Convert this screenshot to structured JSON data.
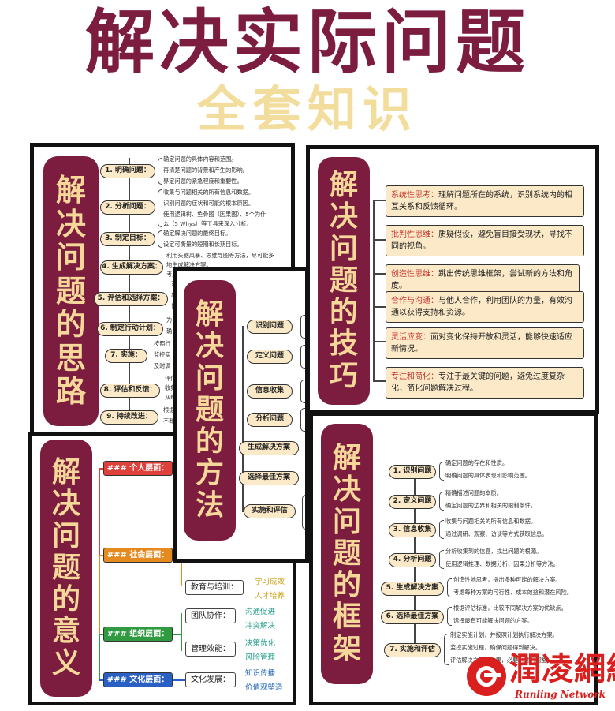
{
  "header": {
    "title": "解决实际问题",
    "subtitle": "全套知识"
  },
  "card_thinking": {
    "ribbon": [
      "解",
      "决",
      "问",
      "题",
      "的",
      "思",
      "路"
    ],
    "steps": [
      {
        "label": "1. 明确问题：",
        "leaves": [
          "确定问题的具体内容和范围。",
          "再清楚问题的背景和产生的影响。",
          "界定问题的紧急程度和重要性。"
        ]
      },
      {
        "label": "2. 分析问题：",
        "leaves": [
          "收集与问题相关的所有信息和数据。",
          "识别问题的症状和可能的根本原因。",
          "使用逻辑树、鱼骨图（因果图）、5个为什",
          "么（5 Whys）等工具来深入分析。"
        ]
      },
      {
        "label": "3. 制定目标：",
        "leaves": [
          "确定解决问题的最终目标。",
          "设定可衡量的短期和长期目标。"
        ]
      },
      {
        "label": "4. 生成解决方案：",
        "leaves": [
          "利用头脑风暴、思维导图等方法，尽可能多",
          "地生成解决方案。",
          "考虑"
        ]
      },
      {
        "label": "5. 评估和选择方案：",
        "leaves": [
          "对",
          "成",
          "使"
        ]
      },
      {
        "label": "6. 制定行动计划：",
        "leaves": [
          "为",
          "确"
        ]
      },
      {
        "label": "7. 实施：",
        "leaves": [
          "按照行",
          "监控实",
          "及时调"
        ]
      },
      {
        "label": "8. 评估和反馈：",
        "leaves": [
          "评估",
          "收集",
          "从经"
        ]
      },
      {
        "label": "9. 持续改进：",
        "leaves": [
          "根据",
          "不断"
        ]
      }
    ]
  },
  "card_skills": {
    "ribbon": [
      "解",
      "决",
      "问",
      "题",
      "的",
      "技",
      "巧"
    ],
    "tips": [
      {
        "key": "系统性思考：",
        "text": "理解问题所在的系统，识别系统内的相互关系和反馈循环。"
      },
      {
        "key": "批判性思维：",
        "text": "质疑假设，避免盲目接受现状，寻找不同的视角。"
      },
      {
        "key": "创造性思维：",
        "text": "跳出传统思维框架，尝试新的方法和角度。"
      },
      {
        "key": "合作与沟通：",
        "text": "与他人合作，利用团队的力量，有效沟通以获得支持和资源。"
      },
      {
        "key": "灵活应变：",
        "text": "面对变化保持开放和灵活，能够快速适应新情况。"
      },
      {
        "key": "专注和简化：",
        "text": "专注于最关键的问题，避免过度复杂化，简化问题解决过程。"
      }
    ]
  },
  "card_methods": {
    "ribbon": [
      "解",
      "决",
      "问",
      "题",
      "的",
      "方",
      "法"
    ],
    "steps": [
      "识别问题",
      "定义问题",
      "信息收集",
      "分析问题",
      "生成解决方案",
      "选择最佳方案",
      "实施和评估"
    ]
  },
  "card_meaning": {
    "ribbon": [
      "解",
      "决",
      "问",
      "题",
      "的",
      "意",
      "义"
    ],
    "levels": [
      {
        "label": "### 个人层面：",
        "color": "#e0403a"
      },
      {
        "label": "### 社会层面：",
        "color": "#e58a1f",
        "subs": [
          {
            "label": "教育与培训：",
            "items": [
              "学习成效",
              "人才培养"
            ]
          }
        ]
      },
      {
        "label": "### 组织层面：",
        "color": "#2f9a3f",
        "subs": [
          {
            "label": "团队协作：",
            "items": [
              "沟通促进",
              "冲突解决"
            ]
          },
          {
            "label": "管理效能：",
            "items": [
              "决策优化",
              "风险管理"
            ]
          }
        ]
      },
      {
        "label": "### 文化层面：",
        "color": "#2a5fc4",
        "subs": [
          {
            "label": "文化发展：",
            "items": [
              "知识传播",
              "价值观塑造"
            ]
          }
        ]
      }
    ]
  },
  "card_framework": {
    "ribbon": [
      "解",
      "决",
      "问",
      "题",
      "的",
      "框",
      "架"
    ],
    "steps": [
      {
        "label": "1. 识别问题",
        "leaves": [
          "确定问题的存在和性质。",
          "明确问题的具体表现和影响范围。"
        ]
      },
      {
        "label": "2. 定义问题",
        "leaves": [
          "精确描述问题的本质。",
          "确定问题的边界和相关的限制条件。"
        ]
      },
      {
        "label": "3. 信息收集",
        "leaves": [
          "收集与问题相关的所有信息和数据。",
          "通过调研、观察、访谈等方式获取信息。"
        ]
      },
      {
        "label": "4. 分析问题",
        "leaves": [
          "分析收集到的信息，找出问题的根源。",
          "使用逻辑推理、数据分析、因果分析等方法。"
        ]
      },
      {
        "label": "5. 生成解决方案",
        "leaves": [
          "创造性地思考，提出多种可能的解决方案。",
          "考虑每种方案的可行性、成本效益和潜在风险。"
        ]
      },
      {
        "label": "6. 选择最佳方案",
        "leaves": [
          "根据评估标准，比较不同解决方案的优缺点。",
          "选择最有可能解决问题的方案。"
        ]
      },
      {
        "label": "7. 实施和评估",
        "leaves": [
          "制定实施计划，并按照计划执行解决方案。",
          "监控实施过程，确保问题得到解决。",
          "评估解决方案的效果，必要时进行调整。"
        ]
      }
    ]
  },
  "watermark": {
    "name": "潤凌網絡",
    "english": "Runling Network"
  }
}
